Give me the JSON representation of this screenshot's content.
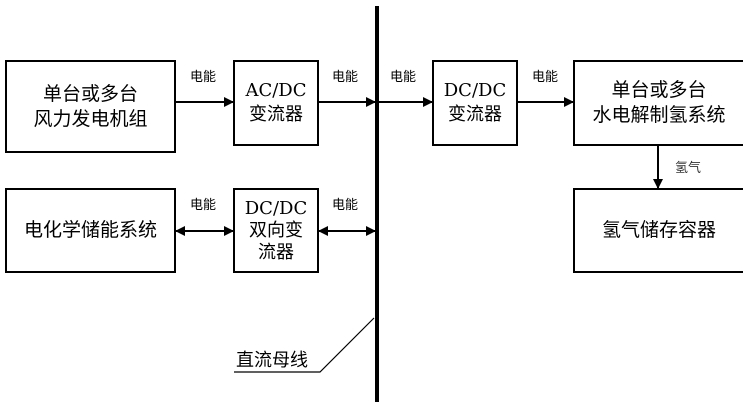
{
  "diagram": {
    "bus": {
      "label": "直流母线"
    },
    "nodes": {
      "wind": {
        "lines": [
          "单台或多台",
          "风力发电机组"
        ]
      },
      "acdc": {
        "lines": [
          "AC/DC",
          "变流器"
        ]
      },
      "dcdc": {
        "lines": [
          "DC/DC",
          "变流器"
        ]
      },
      "electrolyzer": {
        "lines": [
          "单台或多台",
          "水电解制氢系统"
        ]
      },
      "battery": {
        "lines": [
          "电化学储能系统"
        ]
      },
      "bidir": {
        "lines": [
          "DC/DC",
          "双向变",
          "流器"
        ]
      },
      "h2storage": {
        "lines": [
          "氢气储存容器"
        ]
      }
    },
    "edges": {
      "wind_to_acdc": {
        "label": "电能",
        "direction": "forward"
      },
      "acdc_to_bus": {
        "label": "电能",
        "direction": "forward"
      },
      "bus_to_dcdc": {
        "label": "电能",
        "direction": "forward"
      },
      "dcdc_to_electrolyzer": {
        "label": "电能",
        "direction": "forward"
      },
      "electrolyzer_to_h2storage": {
        "label": "氢气",
        "direction": "forward"
      },
      "battery_bidir": {
        "label": "电能",
        "direction": "bidirectional"
      },
      "bidir_bus": {
        "label": "电能",
        "direction": "bidirectional"
      }
    }
  }
}
